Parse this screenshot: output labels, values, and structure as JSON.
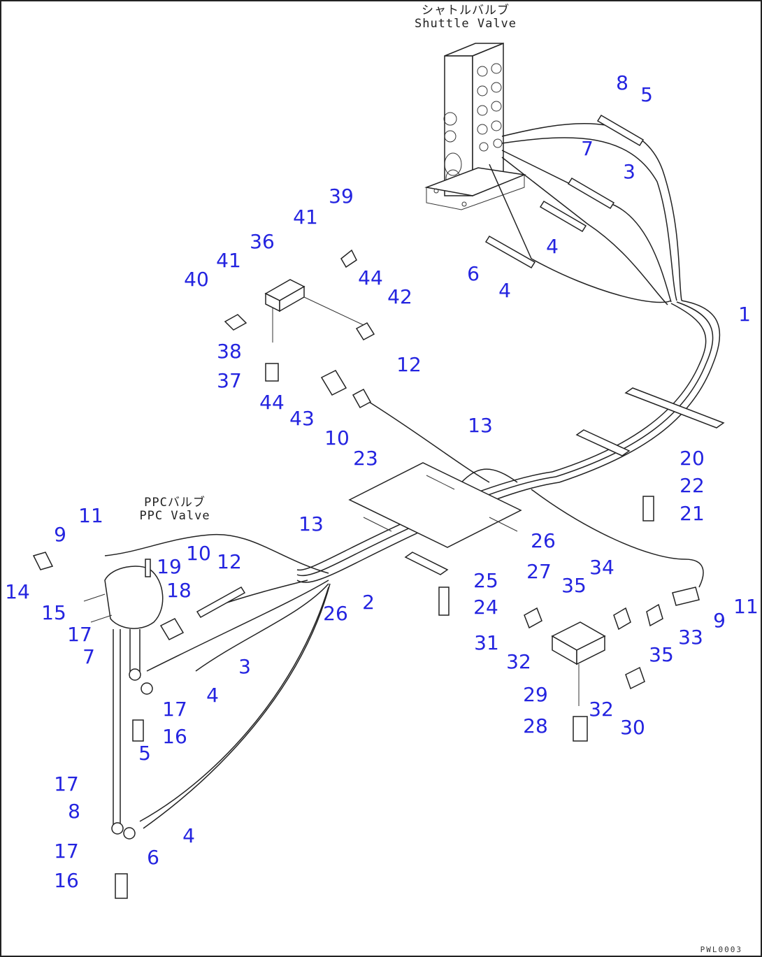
{
  "labels": {
    "shuttle_valve_jp": "シャトルバルブ",
    "shuttle_valve_en": "Shuttle Valve",
    "ppc_valve_jp": "PPCバルブ",
    "ppc_valve_en": "PPC Valve",
    "drawing_code": "PWL0003"
  },
  "callouts": [
    "8",
    "5",
    "7",
    "3",
    "4",
    "6",
    "4",
    "1",
    "39",
    "41",
    "36",
    "41",
    "40",
    "44",
    "42",
    "38",
    "37",
    "44",
    "43",
    "12",
    "10",
    "13",
    "23",
    "20",
    "22",
    "21",
    "26",
    "13",
    "11",
    "9",
    "14",
    "15",
    "19",
    "10",
    "12",
    "18",
    "26",
    "2",
    "25",
    "24",
    "27",
    "35",
    "34",
    "11",
    "9",
    "33",
    "35",
    "31",
    "32",
    "17",
    "7",
    "3",
    "4",
    "17",
    "16",
    "5",
    "29",
    "32",
    "30",
    "28",
    "17",
    "8",
    "4",
    "6",
    "17",
    "16"
  ],
  "colors": {
    "callout": "#2424e0",
    "line": "#222222"
  }
}
